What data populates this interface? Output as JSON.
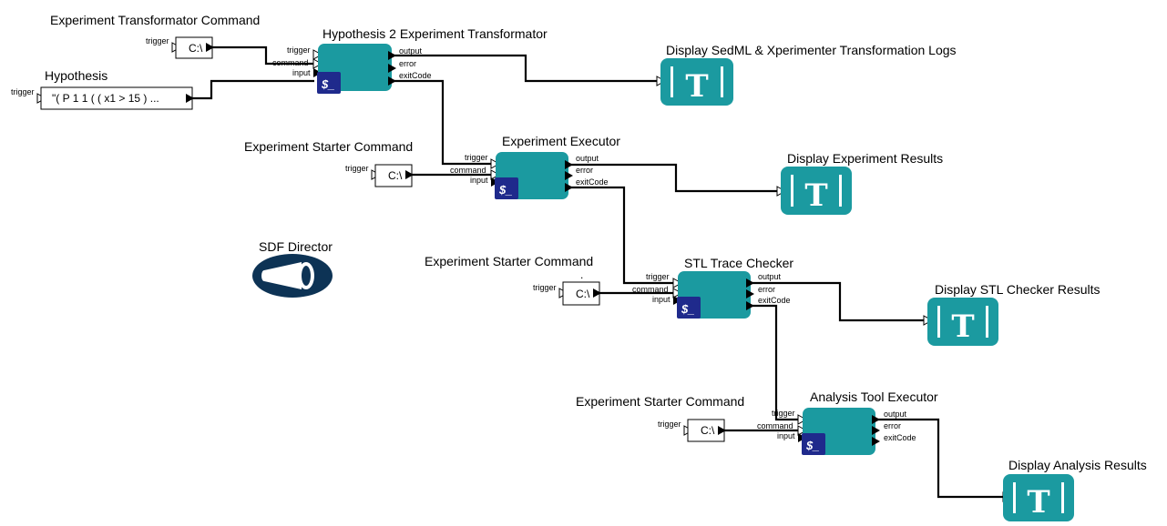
{
  "colors": {
    "actor": "#1b9aa0",
    "badge": "#1f2a8c",
    "director": "#0d3355",
    "wire": "#000000"
  },
  "director": {
    "label": "SDF Director",
    "icon": "director-cone-icon"
  },
  "port_labels": {
    "trigger": "trigger",
    "command": "command",
    "input": "input",
    "output": "output",
    "error": "error",
    "exitCode": "exitCode"
  },
  "constants": {
    "hypothesis": {
      "title": "Hypothesis",
      "value": "\"( P 1 1 ( ( x1 > 15 ) ..."
    },
    "transformator_cmd": {
      "title": "Experiment Transformator Command",
      "value": "C:\\"
    },
    "starter_cmd_1": {
      "title": "Experiment Starter Command",
      "value": "C:\\"
    },
    "starter_cmd_2": {
      "title": "Experiment Starter Command",
      "value": "C:\\",
      "note": "."
    },
    "starter_cmd_3": {
      "title": "Experiment Starter Command",
      "value": "C:\\"
    }
  },
  "actors": {
    "transformator": {
      "title": "Hypothesis 2 Experiment Transformator",
      "badge": "$_"
    },
    "executor": {
      "title": "Experiment Executor",
      "badge": "$_"
    },
    "stl": {
      "title": "STL Trace Checker",
      "badge": "$_"
    },
    "analysis": {
      "title": "Analysis Tool Executor",
      "badge": "$_"
    }
  },
  "displays": {
    "logs": {
      "title": "Display SedML & Xperimenter Transformation Logs",
      "glyph": "T"
    },
    "results": {
      "title": "Display Experiment Results",
      "glyph": "T"
    },
    "stl": {
      "title": "Display STL Checker Results",
      "glyph": "T"
    },
    "analysis": {
      "title": "Display Analysis Results",
      "glyph": "T"
    }
  }
}
